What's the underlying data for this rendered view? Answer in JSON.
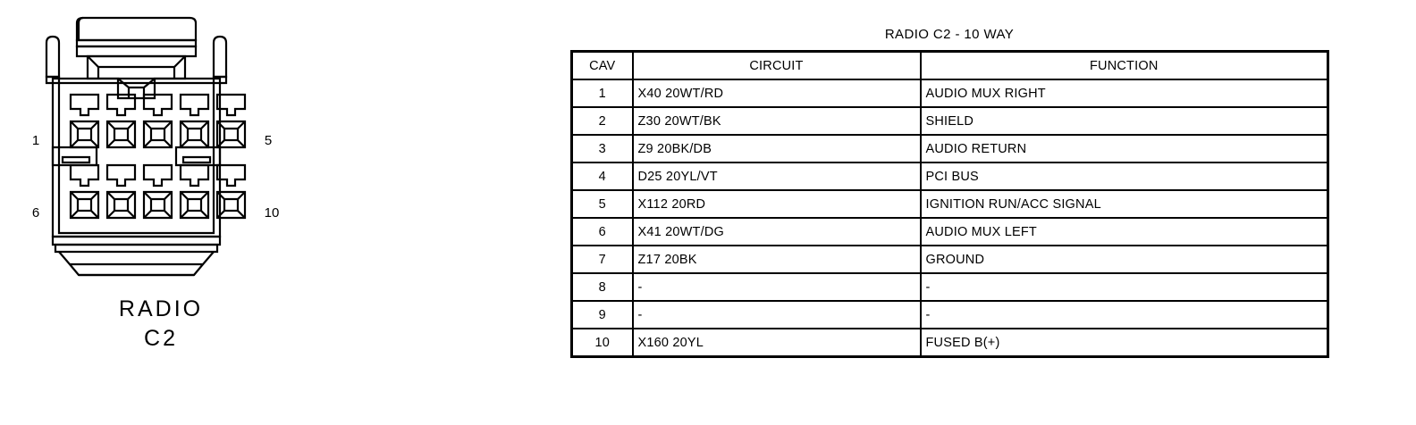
{
  "figure": {
    "caption_line1": "RADIO",
    "caption_line2": "C2",
    "pin_labels": {
      "top_left": "1",
      "top_right": "5",
      "bottom_left": "6",
      "bottom_right": "10"
    },
    "cavity_rows": 2,
    "cavities_per_row": 5
  },
  "table": {
    "title": "RADIO C2 - 10 WAY",
    "headers": [
      "CAV",
      "CIRCUIT",
      "FUNCTION"
    ],
    "rows": [
      {
        "cav": "1",
        "circuit": "X40  20WT/RD",
        "function": "AUDIO MUX RIGHT"
      },
      {
        "cav": "2",
        "circuit": "Z30  20WT/BK",
        "function": "SHIELD"
      },
      {
        "cav": "3",
        "circuit": "Z9  20BK/DB",
        "function": "AUDIO RETURN"
      },
      {
        "cav": "4",
        "circuit": "D25  20YL/VT",
        "function": "PCI BUS"
      },
      {
        "cav": "5",
        "circuit": "X112  20RD",
        "function": "IGNITION RUN/ACC SIGNAL"
      },
      {
        "cav": "6",
        "circuit": "X41  20WT/DG",
        "function": "AUDIO MUX LEFT"
      },
      {
        "cav": "7",
        "circuit": "Z17  20BK",
        "function": "GROUND"
      },
      {
        "cav": "8",
        "circuit": "-",
        "function": "-"
      },
      {
        "cav": "9",
        "circuit": "-",
        "function": "-"
      },
      {
        "cav": "10",
        "circuit": "X160  20YL",
        "function": "FUSED B(+)"
      }
    ]
  },
  "colors": {
    "ink": "#000000",
    "background": "#ffffff"
  }
}
